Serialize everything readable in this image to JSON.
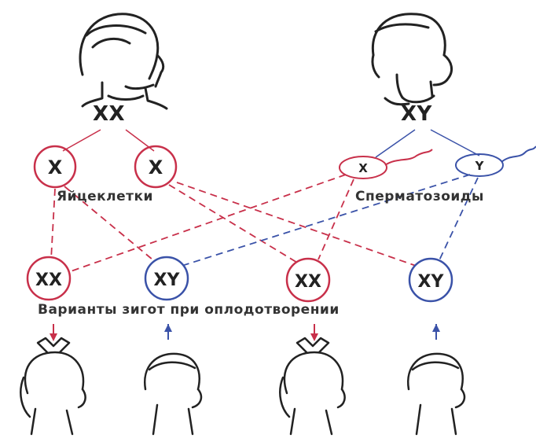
{
  "parents": {
    "mother_genotype": "XX",
    "father_genotype": "XY"
  },
  "gametes": {
    "eggs_caption": "Яйцеклетки",
    "sperm_caption": "Сперматозоиды",
    "egg_1": "X",
    "egg_2": "X",
    "sperm_1": "X",
    "sperm_2": "Y"
  },
  "zygotes": {
    "caption": "Варианты зигот при оплодотворении",
    "items": [
      "XX",
      "XY",
      "XX",
      "XY"
    ]
  },
  "colors": {
    "female": "#c8304a",
    "male": "#3a52a8",
    "ink": "#222222"
  }
}
